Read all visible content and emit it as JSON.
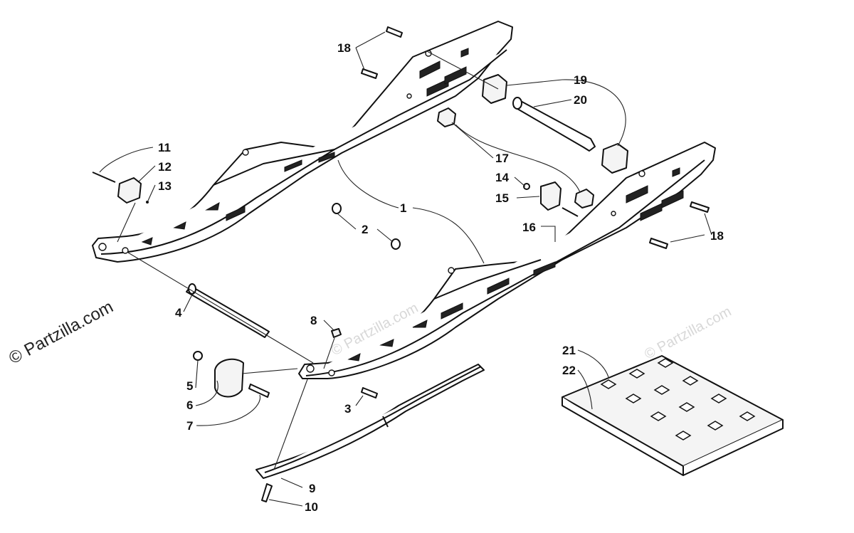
{
  "watermark": {
    "main": "© Partzilla.com",
    "faint": [
      "© Partzilla.com",
      "© Partzilla.com"
    ]
  },
  "callouts": [
    "1",
    "2",
    "3",
    "4",
    "5",
    "6",
    "7",
    "8",
    "9",
    "10",
    "11",
    "12",
    "13",
    "14",
    "15",
    "16",
    "17",
    "18",
    "18",
    "19",
    "20",
    "21",
    "22"
  ]
}
